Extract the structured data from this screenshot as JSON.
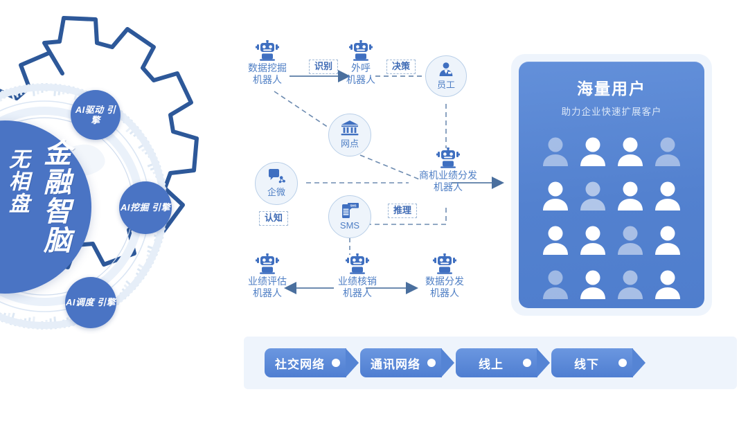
{
  "brand": {
    "core_main": "金融智脑",
    "core_sub": "无相盘",
    "engines": [
      {
        "id": "drive",
        "label": "AI驱动\n引擎"
      },
      {
        "id": "mine",
        "label": "AI挖掘\n引擎"
      },
      {
        "id": "sched",
        "label": "AI调度\n引擎"
      }
    ]
  },
  "flow": {
    "nodes": [
      {
        "id": "data-mining-robot",
        "label": "数据挖掘\n机器人",
        "icon": "robot-icon"
      },
      {
        "id": "outbound-call-robot",
        "label": "外呼\n机器人",
        "icon": "robot-icon"
      },
      {
        "id": "opportunity-robot",
        "label": "商机业绩分发\n机器人",
        "icon": "robot-icon"
      },
      {
        "id": "performance-eval-robot",
        "label": "业绩评估\n机器人",
        "icon": "robot-icon"
      },
      {
        "id": "performance-write-robot",
        "label": "业绩核销\n机器人",
        "icon": "robot-icon"
      },
      {
        "id": "data-dispatch-robot",
        "label": "数据分发\n机器人",
        "icon": "robot-icon"
      }
    ],
    "circle_nodes": [
      {
        "id": "employee",
        "label": "员工",
        "icon": "employee-icon"
      },
      {
        "id": "branch",
        "label": "网点",
        "icon": "bank-icon"
      },
      {
        "id": "wecom",
        "label": "企微",
        "icon": "wecom-icon"
      },
      {
        "id": "sms",
        "label": "SMS",
        "icon": "sms-icon"
      }
    ],
    "stage_tags": [
      {
        "id": "recognize",
        "label": "识别"
      },
      {
        "id": "decision",
        "label": "决策"
      },
      {
        "id": "cognition",
        "label": "认知"
      },
      {
        "id": "reasoning",
        "label": "推理"
      }
    ]
  },
  "users": {
    "title": "海量用户",
    "subtitle": "助力企业快速扩展客户",
    "grid_opacity": [
      [
        0.45,
        1.0,
        1.0,
        0.45
      ],
      [
        1.0,
        0.55,
        1.0,
        1.0
      ],
      [
        1.0,
        1.0,
        0.5,
        1.0
      ],
      [
        0.45,
        1.0,
        0.5,
        1.0
      ]
    ],
    "rows": 4,
    "cols": 4
  },
  "channel_tags": [
    {
      "id": "social-network",
      "label": "社交网络"
    },
    {
      "id": "comm-network",
      "label": "通讯网络"
    },
    {
      "id": "online",
      "label": "线上"
    },
    {
      "id": "offline",
      "label": "线下"
    }
  ],
  "colors": {
    "primary": "#4a74c4",
    "panel": "#5381cf",
    "soft_bg": "#eef4fc",
    "text_blue": "#4e7ec4",
    "gear_stroke": "#2d5899"
  }
}
